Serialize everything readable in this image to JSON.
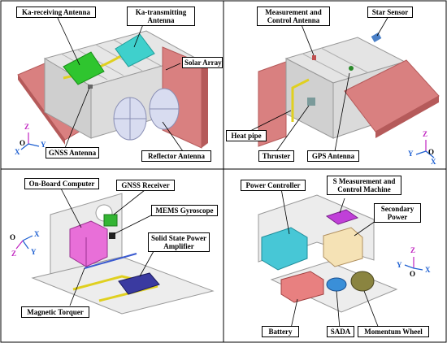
{
  "labels": {
    "ka_receiving_antenna": "Ka-receiving Antenna",
    "ka_transmitting_antenna": "Ka-transmitting Antenna",
    "solar_array": "Solar Array",
    "gnss_antenna": "GNSS Antenna",
    "reflector_antenna": "Reflector Antenna",
    "measurement_control_antenna": "Measurement and Control Antenna",
    "star_sensor": "Star Sensor",
    "heat_pipe": "Heat pipe",
    "thruster": "Thruster",
    "gps_antenna": "GPS Antenna",
    "on_board_computer": "On-Board Computer",
    "gnss_receiver": "GNSS Receiver",
    "mems_gyroscope": "MEMS Gyroscope",
    "solid_state_power_amplifier": "Solid State Power Amplifier",
    "magnetic_torquer": "Magnetic Torquer",
    "power_controller": "Power Controller",
    "s_measurement_control_machine": "S Measurement and Control Machine",
    "secondary_power": "Secondary Power",
    "battery": "Battery",
    "sada": "SADA",
    "momentum_wheel": "Momentum Wheel"
  },
  "axes": {
    "left_top": {
      "z": "Z",
      "y": "Y",
      "o": "O",
      "x": "X"
    },
    "right_top": {
      "z": "Z",
      "y": "Y",
      "o": "O",
      "x": "X"
    },
    "left_bottom": {
      "o": "O",
      "x": "X",
      "z": "Z",
      "y": "Y"
    },
    "right_bottom": {
      "z": "Z",
      "y": "Y",
      "o": "O",
      "x": "X"
    }
  },
  "colors": {
    "solar_panel": "#d98080",
    "solar_edge": "#b55a5a",
    "body": "#d8d8d8",
    "ka_rx": "#2fc52f",
    "ka_tx": "#3fd0cc",
    "heat_pipe": "#e0d020",
    "obc": "#e86fd8",
    "gnss_rx": "#34b534",
    "amp": "#3a3aa0",
    "power_ctrl": "#47c7d6",
    "s_machine": "#c040d8",
    "secondary": "#f5e2b5",
    "battery": "#e88080",
    "wheel": "#8a8440",
    "sada": "#3a8fd8"
  }
}
